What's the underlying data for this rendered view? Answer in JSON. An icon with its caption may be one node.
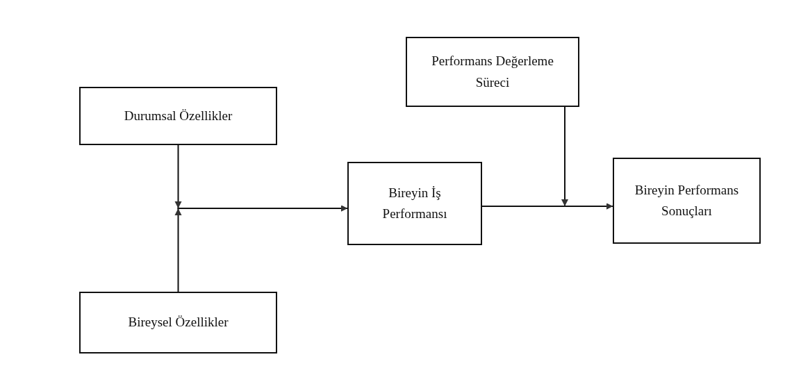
{
  "diagram": {
    "nodes": [
      {
        "text": [
          "Performans Değerleme Süreci"
        ]
      },
      {
        "text": [
          "Durumsal Özellikler"
        ]
      },
      {
        "text": [
          "Bireyin İş Performansı"
        ]
      },
      {
        "text": [
          "Bireyin Performans Sonuçları"
        ]
      },
      {
        "text": [
          "Bireysel Özellikler"
        ]
      }
    ],
    "edges": [
      {
        "from": 1,
        "to": 2,
        "arrow": "to"
      },
      {
        "from": 4,
        "to": 2,
        "arrow": "to"
      },
      {
        "from": 2,
        "to": 3,
        "arrow": "to"
      },
      {
        "from": 0,
        "to": 3,
        "arrow": "to"
      }
    ]
  }
}
